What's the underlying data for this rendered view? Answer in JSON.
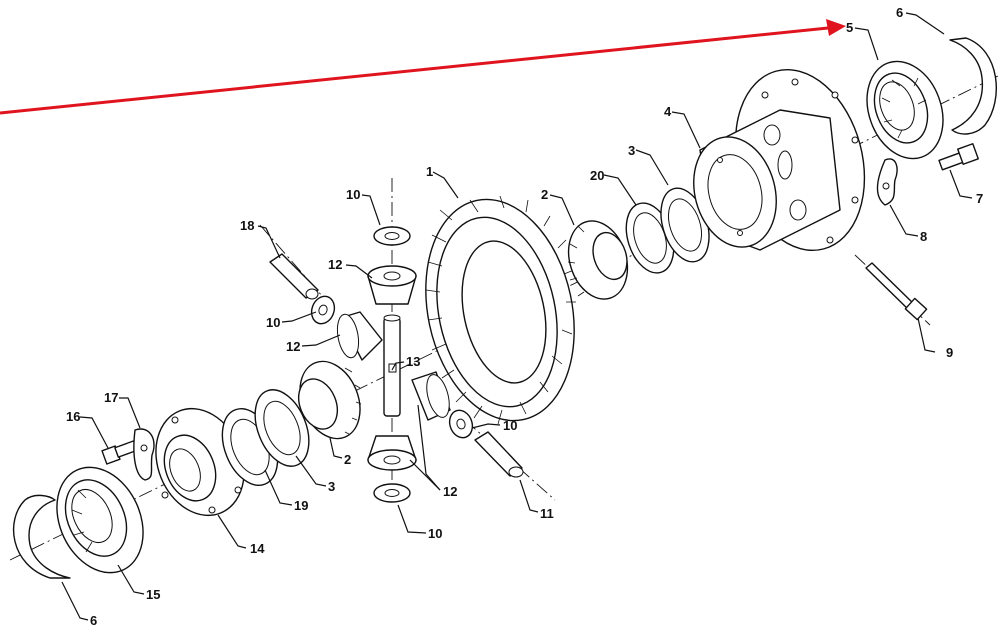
{
  "accent_color": "#e0141e",
  "callouts": {
    "c1": "1",
    "c2a": "2",
    "c2b": "2",
    "c3a": "3",
    "c3b": "3",
    "c4": "4",
    "c5": "5",
    "c6a": "6",
    "c6b": "6",
    "c7": "7",
    "c8": "8",
    "c9": "9",
    "c10a": "10",
    "c10b": "10",
    "c10c": "10",
    "c10d": "10",
    "c11": "11",
    "c12a": "12",
    "c12b": "12",
    "c12c": "12",
    "c13": "13",
    "c14": "14",
    "c15": "15",
    "c16": "16",
    "c17": "17",
    "c18": "18",
    "c19": "19",
    "c20": "20"
  }
}
